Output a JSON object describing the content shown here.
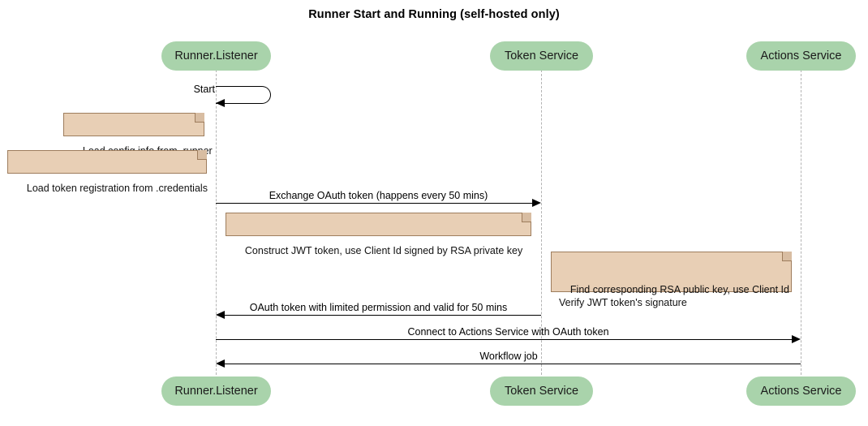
{
  "diagram": {
    "type": "sequence-diagram",
    "title": "Runner Start and Running (self-hosted only)",
    "colors": {
      "participant_fill": "#a9d3ab",
      "note_fill": "#e8cfb5",
      "note_border": "#9e7d5d",
      "lifeline": "#b3b3b3",
      "arrow": "#000000",
      "background": "#ffffff"
    },
    "participants": [
      {
        "id": "runner",
        "label": "Runner.Listener"
      },
      {
        "id": "token",
        "label": "Token Service"
      },
      {
        "id": "actions",
        "label": "Actions Service"
      }
    ],
    "messages": [
      {
        "id": "start",
        "label": "Start",
        "from": "runner",
        "to": "runner",
        "kind": "self",
        "direction": "self"
      },
      {
        "id": "exchange-oauth",
        "label": "Exchange OAuth token (happens every 50 mins)",
        "from": "runner",
        "to": "token",
        "kind": "sync",
        "direction": "right"
      },
      {
        "id": "oauth-return",
        "label": "OAuth token with limited permission and valid for 50 mins",
        "from": "token",
        "to": "runner",
        "kind": "return",
        "direction": "left"
      },
      {
        "id": "connect-actions",
        "label": "Connect to Actions Service with OAuth token",
        "from": "runner",
        "to": "actions",
        "kind": "sync",
        "direction": "right"
      },
      {
        "id": "workflow-job",
        "label": "Workflow job",
        "from": "actions",
        "to": "runner",
        "kind": "return",
        "direction": "left"
      }
    ],
    "notes": [
      {
        "id": "note-config",
        "text": "Load config info from .runner",
        "attached_to": "runner"
      },
      {
        "id": "note-credentials",
        "text": "Load token registration from .credentials",
        "attached_to": "runner"
      },
      {
        "id": "note-jwt",
        "text": "Construct JWT token, use Client Id signed by RSA private key",
        "attached_to": "runner"
      },
      {
        "id": "note-verify",
        "text": "Find corresponding RSA public key, use Client Id\nVerify JWT token's signature",
        "attached_to": "token"
      }
    ]
  }
}
